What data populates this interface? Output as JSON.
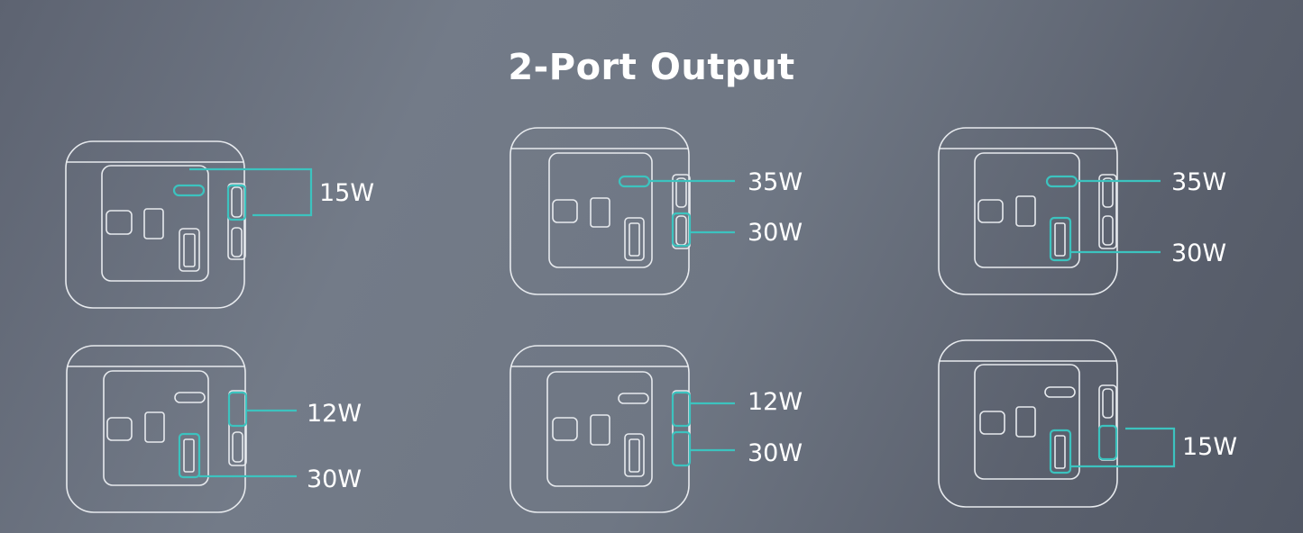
{
  "title": "2-Port Output",
  "colors": {
    "outline": "#e7eaee",
    "highlight": "#3cc3bf",
    "label": "#ffffff"
  },
  "icons": [
    "power-icon",
    "usb-c-port",
    "usb-a-port"
  ],
  "configs": [
    {
      "labels": [
        "15W"
      ]
    },
    {
      "labels": [
        "35W",
        "30W"
      ]
    },
    {
      "labels": [
        "35W",
        "30W"
      ]
    },
    {
      "labels": [
        "12W",
        "30W"
      ]
    },
    {
      "labels": [
        "12W",
        "30W"
      ]
    },
    {
      "labels": [
        "15W"
      ]
    }
  ]
}
